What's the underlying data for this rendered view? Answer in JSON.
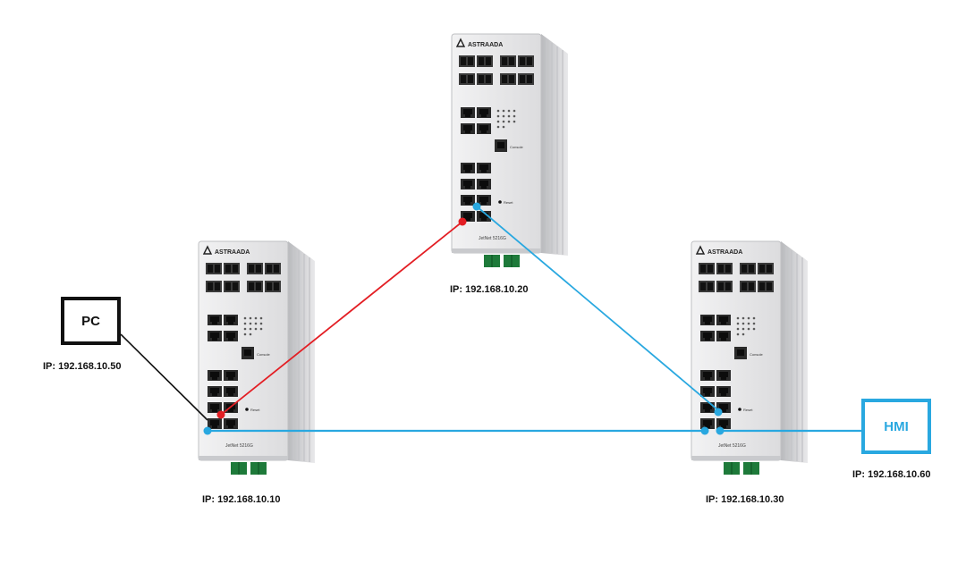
{
  "colors": {
    "red_link": "#e31e24",
    "blue_link": "#29a8e0",
    "black_link": "#111111",
    "switch_body": "#d9d9db",
    "port": "#2a2a2a",
    "terminal": "#1e7a3a"
  },
  "switches": [
    {
      "id": "sw-top",
      "brand": "ASTRAADA",
      "model": "JetNet 5216G",
      "ip_label": "IP: 192.168.10.20"
    },
    {
      "id": "sw-left",
      "brand": "ASTRAADA",
      "model": "JetNet 5216G",
      "ip_label": "IP: 192.168.10.10"
    },
    {
      "id": "sw-right",
      "brand": "ASTRAADA",
      "model": "JetNet 5216G",
      "ip_label": "IP: 192.168.10.30"
    }
  ],
  "pc": {
    "label": "PC",
    "ip_label": "IP: 192.168.10.50"
  },
  "hmi": {
    "label": "HMI",
    "ip_label": "IP: 192.168.10.60"
  },
  "switch_text": {
    "reset": "Reset",
    "console": "Console"
  }
}
